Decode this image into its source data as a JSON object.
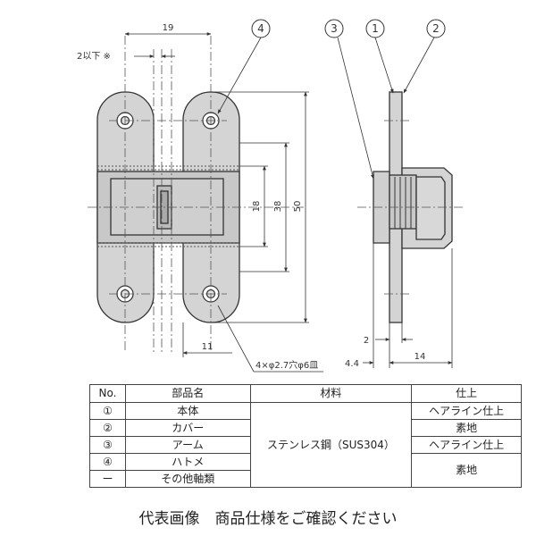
{
  "drawing": {
    "dimensions": {
      "d19": "19",
      "d2_or_less": "2以下 ※",
      "d18": "18",
      "d38": "38",
      "d50": "50",
      "d11": "11",
      "hole_note": "4×φ2.7穴φ6皿",
      "d2": "2",
      "d4_4": "4.4",
      "d14": "14"
    },
    "callouts": [
      "①",
      "②",
      "③",
      "④"
    ]
  },
  "table": {
    "headers": [
      "No.",
      "部品名",
      "材料",
      "仕上"
    ],
    "rows": [
      {
        "no": "①",
        "name": "本体",
        "finish": "ヘアライン仕上"
      },
      {
        "no": "②",
        "name": "カバー",
        "finish": "素地"
      },
      {
        "no": "③",
        "name": "アーム",
        "finish": "ヘアライン仕上"
      },
      {
        "no": "④",
        "name": "ハトメ",
        "finish": "素地"
      },
      {
        "no": "ー",
        "name": "その他軸類",
        "finish": "素地"
      }
    ],
    "material": "ステンレス鋼（SUS304）"
  },
  "footer": "代表画像　商品仕様をご確認ください"
}
